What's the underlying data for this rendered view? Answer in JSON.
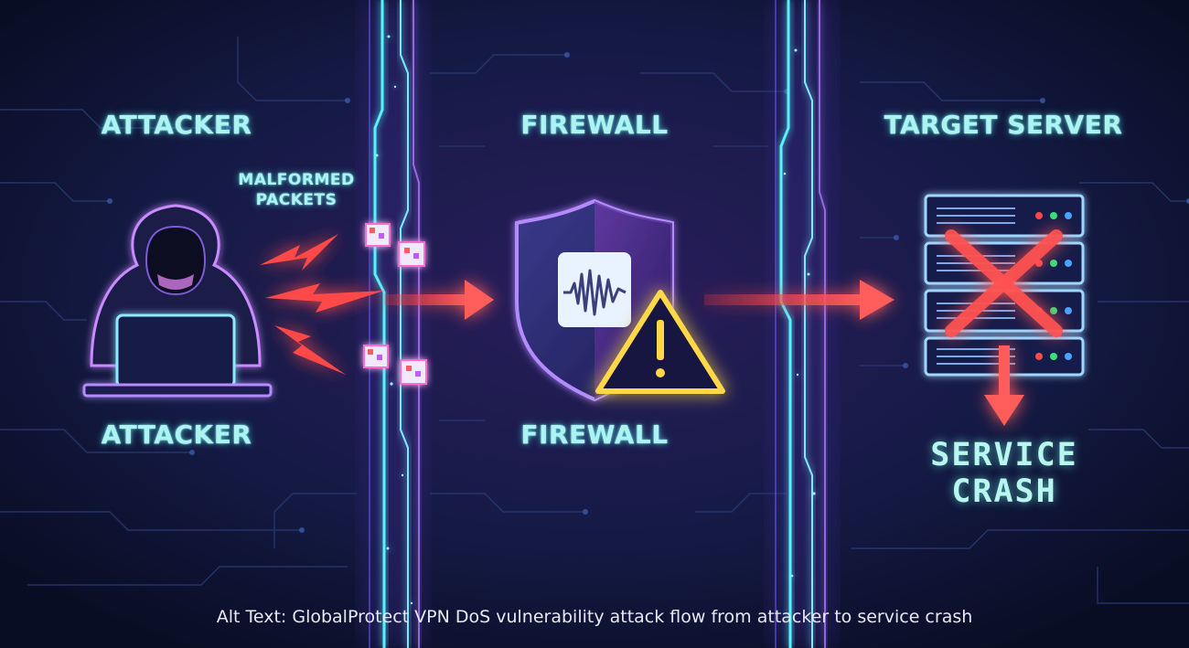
{
  "labels": {
    "attacker_top": "ATTACKER",
    "attacker_bottom": "ATTACKER",
    "firewall_top": "FIREWALL",
    "firewall_bottom": "FIREWALL",
    "target_server": "TARGET SERVER",
    "packets_line1": "MALFORMED",
    "packets_line2": "PACKETS",
    "crash_line1": "SERVICE",
    "crash_line2": "CRASH"
  },
  "caption": "Alt Text: GlobalProtect VPN DoS vulnerability attack flow from attacker to service crash",
  "colors": {
    "background": "#0d1230",
    "neon_cyan": "#5ef0ee",
    "attack_red": "#ff4a4a",
    "warning_yellow": "#ffd84a",
    "purple": "#9b7cff"
  },
  "icons": [
    "hacker-icon",
    "laptop-icon",
    "lightning-bolt-icon",
    "packet-icon",
    "shield-icon",
    "waveform-icon",
    "warning-icon",
    "server-rack-icon",
    "x-mark-icon",
    "arrow-icon"
  ]
}
